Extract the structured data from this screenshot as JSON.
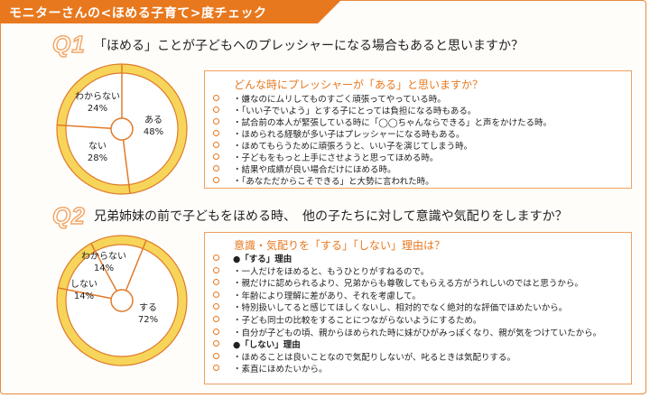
{
  "header": {
    "title": "モニターさんの<ほめる子育て>度チェック"
  },
  "q1": {
    "label": "Q1",
    "question": "「ほめる」ことが子どもへのプレッシャーになる場合もあると思いますか？",
    "reasons_title": "どんな時にプレッシャーが「ある」と思いますか？",
    "reasons": [
      "・嫌なのにムリしてものすごく頑張ってやっている時。",
      "・「いい子でいよう」とする子にとっては負担になる時もある。",
      "・試合前の本人が緊張している時に「◯◯ちゃんならできる」と声をかけたる時。",
      "・ほめられる経験が多い子はプレッシャーになる時もある。",
      "・ほめてもらうために頑張ろうと、いい子を演じてしまう時。",
      "・子どもをもっと上手にさせようと思ってほめる時。",
      "・結果や成績が良い場合だけにほめる時。",
      "・「あなただからこそできる」と大勢に言われた時。"
    ]
  },
  "q2": {
    "label": "Q2",
    "question": "兄弟姉妹の前で子どもをほめる時、　他の子たちに対して意識や気配りをしますか？",
    "reasons_title": "意識・気配りを「する」「しない」理由は？",
    "reasons": [
      "●「する」理由",
      "・一人だけをほめると、もうひとりがすねるので。",
      "・親だけに認められるより、兄弟からも尊敬してもらえる方がうれしいのではと思うから。",
      "・年齢により理解に差があり、それを考慮して。",
      "・特別扱いしてると感じてほしくないし、相対的でなく絶対的な評価でほめたいから。",
      "・子ども同士の比較をすることにつながらないようにするため。",
      "・自分が子どもの頃、親からほめられた時に妹がひがみっぽくなり、親が気をつけていたから。",
      "●「しない」理由",
      "・ほめることは良いことなので気配りしないが、叱るときは気配りする。",
      "・素直にほめたいから。"
    ]
  },
  "colors": {
    "accent": "#e8781e",
    "ring": "#f6d55a",
    "divider": "#e07a2a"
  },
  "chart_data": [
    {
      "type": "pie",
      "question": "「ほめる」ことが子どもへのプレッシャーになる場合もあると思いますか？",
      "slices": [
        {
          "label": "ある",
          "value": 48,
          "text": "48%"
        },
        {
          "label": "ない",
          "value": 28,
          "text": "28%"
        },
        {
          "label": "わからない",
          "value": 24,
          "text": "24%"
        }
      ]
    },
    {
      "type": "pie",
      "question": "兄弟姉妹の前で子どもをほめる時、他の子たちに対して意識や気配りをしますか？",
      "slices": [
        {
          "label": "する",
          "value": 72,
          "text": "72%"
        },
        {
          "label": "しない",
          "value": 14,
          "text": "14%"
        },
        {
          "label": "わからない",
          "value": 14,
          "text": "14%"
        }
      ]
    }
  ]
}
